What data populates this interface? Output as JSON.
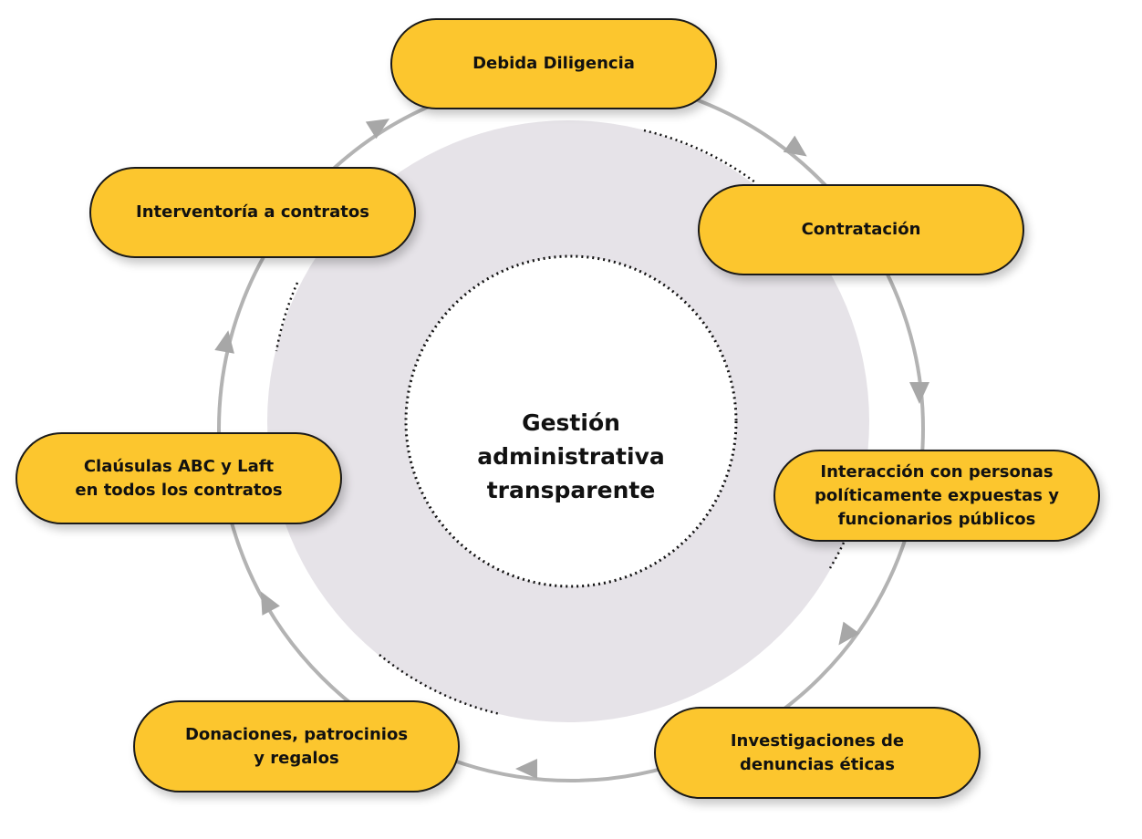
{
  "colors": {
    "node_fill": "#fcc62e",
    "node_border": "#1a1a1a",
    "inner_disc": "#e6e3e8",
    "ring_line": "#b3b3b3",
    "arrow": "#a7a7a7"
  },
  "center": {
    "title": "Gestión\nadministrativa\ntransparente"
  },
  "nodes": {
    "debida_diligencia": "Debida Diligencia",
    "contratacion": "Contratación",
    "interaccion": "Interacción con personas\npolíticamente expuestas y\nfuncionarios públicos",
    "investigaciones": "Investigaciones de\ndenuncias éticas",
    "donaciones": "Donaciones, patrocinios\ny regalos",
    "clausulas": "Claúsulas ABC y Laft\nen todos los contratos",
    "interventoria": "Interventoría a contratos"
  }
}
